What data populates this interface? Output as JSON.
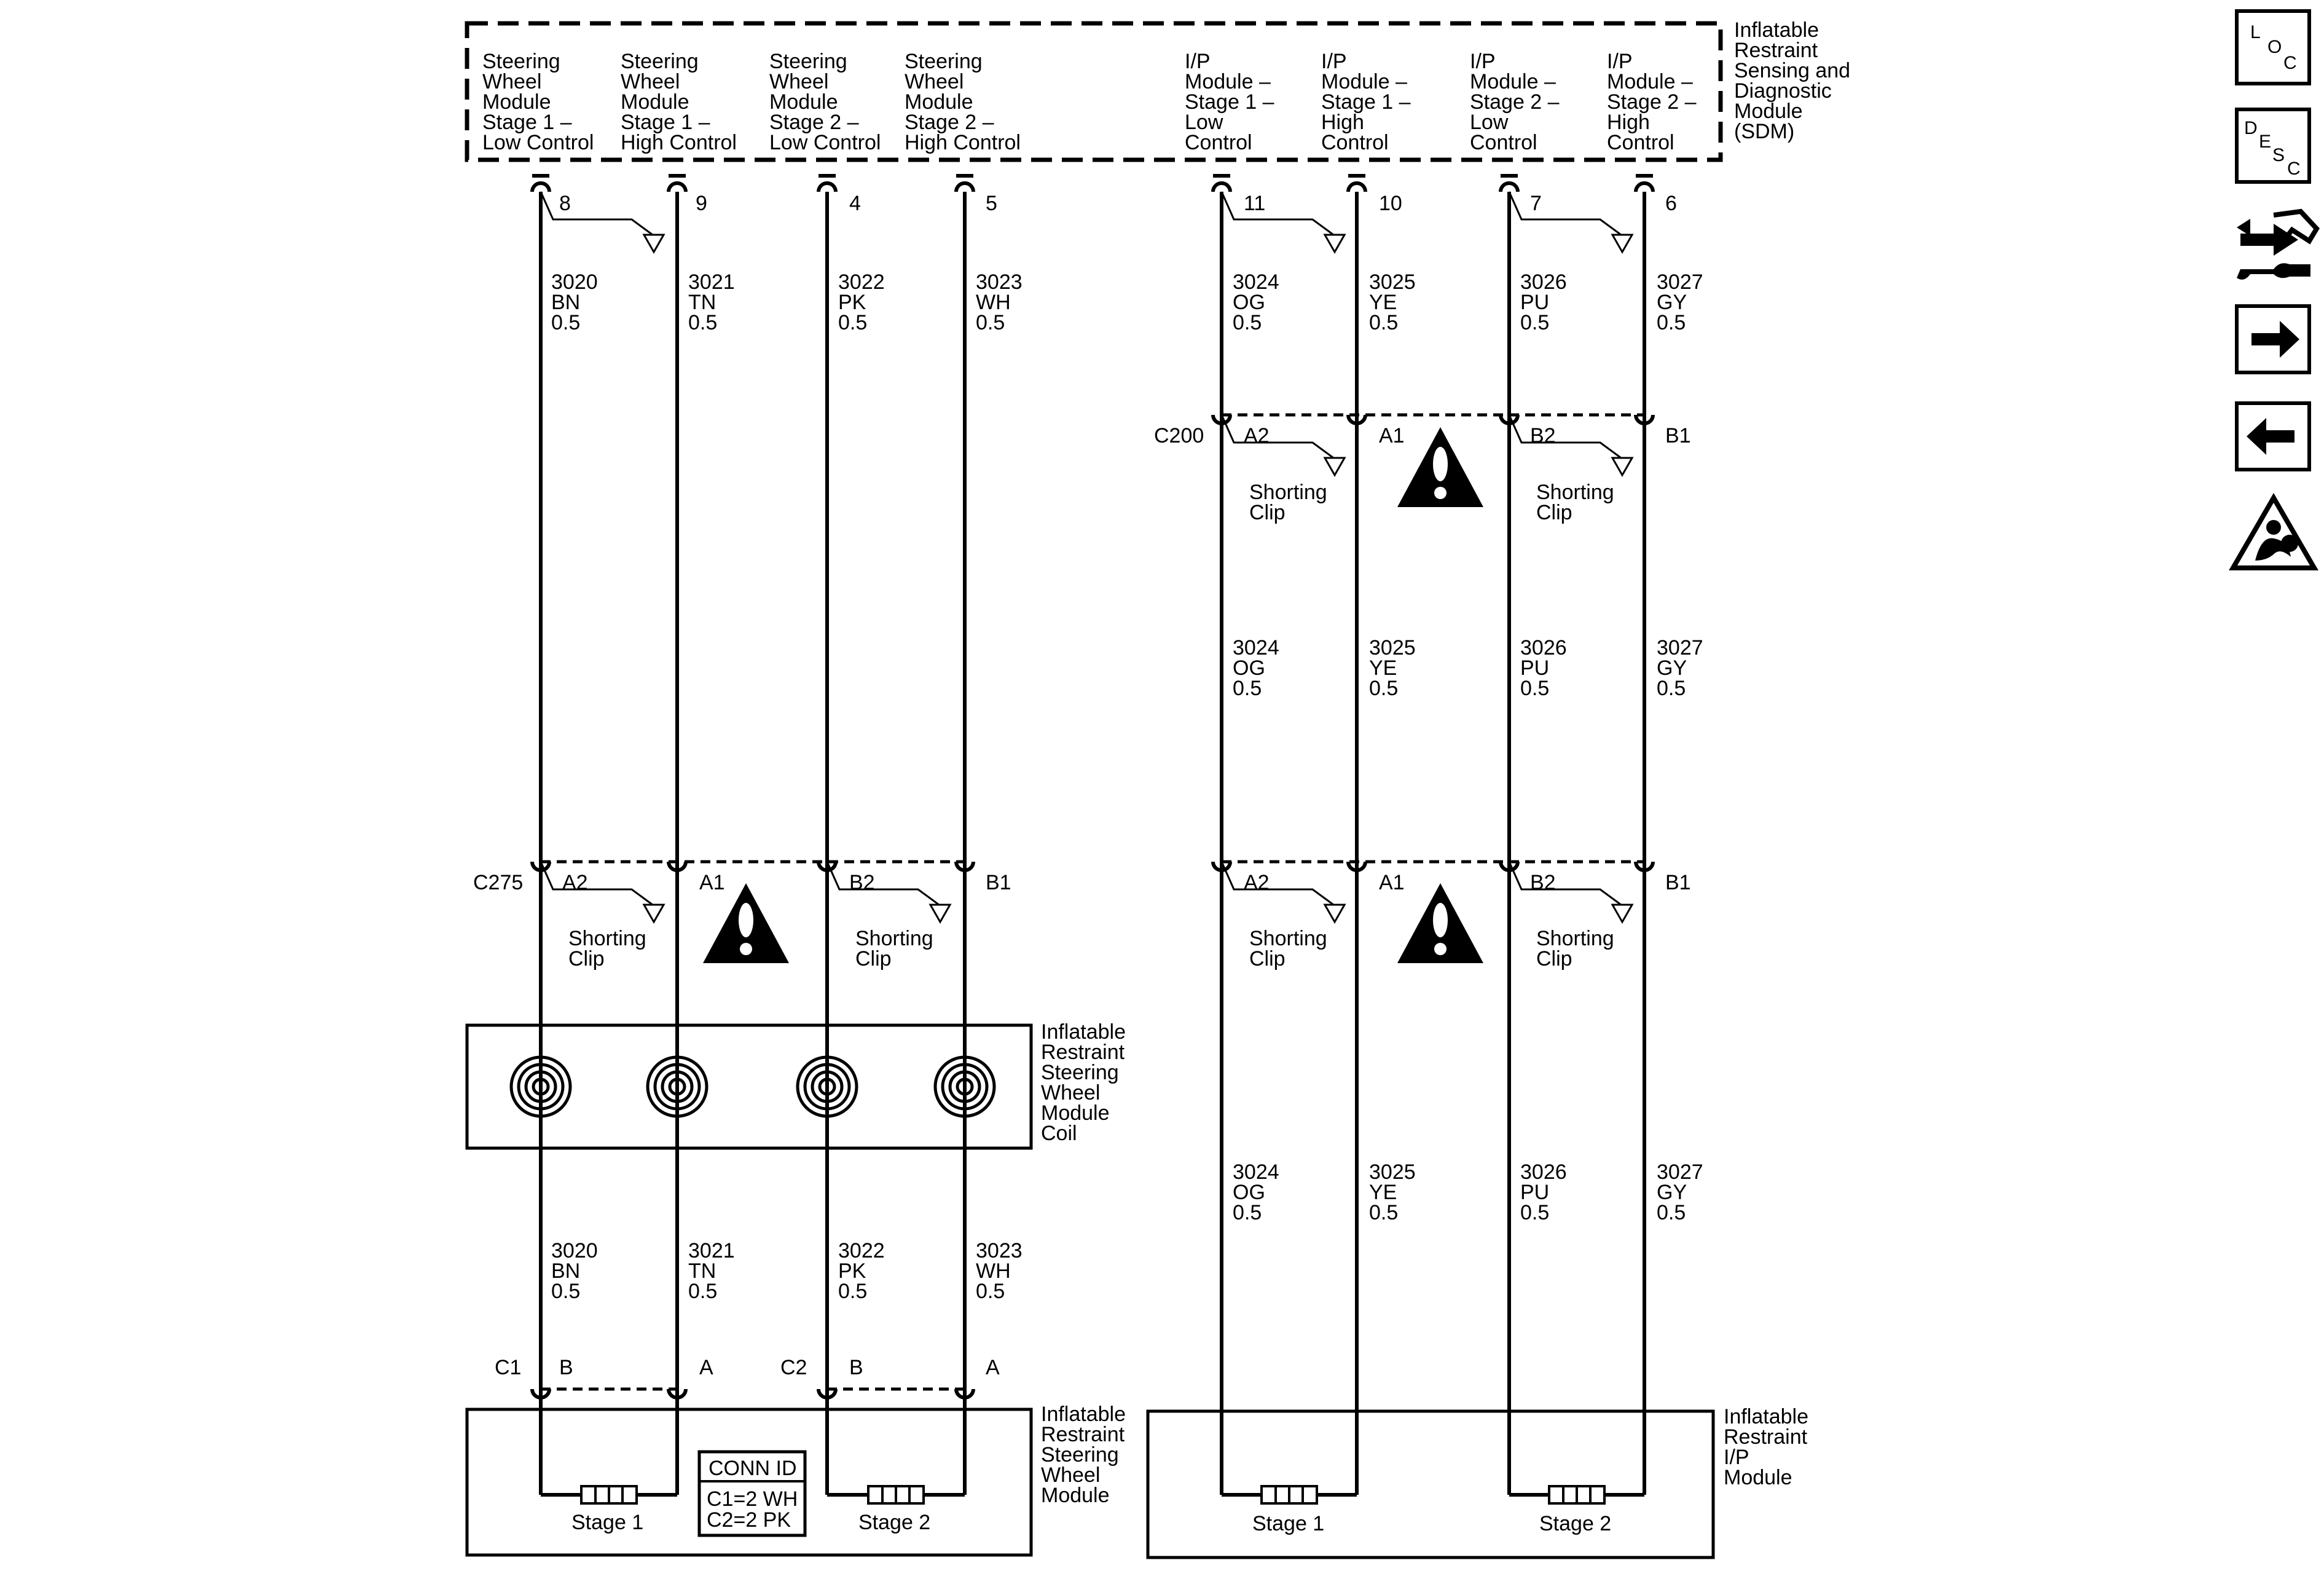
{
  "sdm": {
    "title_lines": [
      "Inflatable",
      "Restraint",
      "Sensing and",
      "Diagnostic",
      "Module",
      "(SDM)"
    ],
    "circuits": [
      {
        "id": "c3020",
        "lines": [
          "Steering",
          "Wheel",
          "Module",
          "Stage 1 –",
          "Low Control"
        ],
        "pin": "8"
      },
      {
        "id": "c3021",
        "lines": [
          "Steering",
          "Wheel",
          "Module",
          "Stage 1 –",
          "High Control"
        ],
        "pin": "9"
      },
      {
        "id": "c3022",
        "lines": [
          "Steering",
          "Wheel",
          "Module",
          "Stage 2 –",
          "Low Control"
        ],
        "pin": "4"
      },
      {
        "id": "c3023",
        "lines": [
          "Steering",
          "Wheel",
          "Module",
          "Stage 2 –",
          "High Control"
        ],
        "pin": "5"
      },
      {
        "id": "c3024",
        "lines": [
          "I/P",
          "Module –",
          "Stage 1 –",
          "Low",
          "Control"
        ],
        "pin": "11"
      },
      {
        "id": "c3025",
        "lines": [
          "I/P",
          "Module –",
          "Stage 1 –",
          "High",
          "Control"
        ],
        "pin": "10"
      },
      {
        "id": "c3026",
        "lines": [
          "I/P",
          "Module –",
          "Stage 2 –",
          "Low",
          "Control"
        ],
        "pin": "7"
      },
      {
        "id": "c3027",
        "lines": [
          "I/P",
          "Module –",
          "Stage 2 –",
          "High",
          "Control"
        ],
        "pin": "6"
      }
    ]
  },
  "wires": {
    "w3020": [
      "3020",
      "BN",
      "0.5"
    ],
    "w3021": [
      "3021",
      "TN",
      "0.5"
    ],
    "w3022": [
      "3022",
      "PK",
      "0.5"
    ],
    "w3023": [
      "3023",
      "WH",
      "0.5"
    ],
    "w3024": [
      "3024",
      "OG",
      "0.5"
    ],
    "w3025": [
      "3025",
      "YE",
      "0.5"
    ],
    "w3026": [
      "3026",
      "PU",
      "0.5"
    ],
    "w3027": [
      "3027",
      "GY",
      "0.5"
    ]
  },
  "connectors": {
    "c200": {
      "name": "C200",
      "pins": [
        "A2",
        "A1",
        "B2",
        "B1"
      ]
    },
    "c275": {
      "name": "C275",
      "pins": [
        "A2",
        "A1",
        "B2",
        "B1"
      ]
    },
    "ip_lower": {
      "pins": [
        "A2",
        "A1",
        "B2",
        "B1"
      ]
    },
    "c1": {
      "name": "C1",
      "pins": [
        "B",
        "A"
      ]
    },
    "c2": {
      "name": "C2",
      "pins": [
        "B",
        "A"
      ]
    }
  },
  "shorting_clip": [
    "Shorting",
    "Clip"
  ],
  "coil_title_lines": [
    "Inflatable",
    "Restraint",
    "Steering",
    "Wheel",
    "Module",
    "Coil"
  ],
  "sw_module_title_lines": [
    "Inflatable",
    "Restraint",
    "Steering",
    "Wheel",
    "Module"
  ],
  "ip_module_title_lines": [
    "Inflatable",
    "Restraint",
    "I/P",
    "Module"
  ],
  "stage_labels": [
    "Stage 1",
    "Stage 2"
  ],
  "conn_id": {
    "title": "CONN ID",
    "rows": [
      "C1=2 WH",
      "C2=2 PK"
    ]
  },
  "sidebar": [
    {
      "name": "loc-button",
      "icon": "loc-icon",
      "text": [
        "L",
        "O",
        "C"
      ]
    },
    {
      "name": "desc-button",
      "icon": "desc-icon",
      "text": [
        "D",
        "E",
        "S",
        "C"
      ]
    },
    {
      "name": "schematic-tools-button",
      "icon": "wrench-arrows-icon"
    },
    {
      "name": "next-page-button",
      "icon": "arrow-right-icon"
    },
    {
      "name": "previous-page-button",
      "icon": "arrow-left-icon"
    },
    {
      "name": "airbag-warning-button",
      "icon": "airbag-warning-icon"
    }
  ]
}
